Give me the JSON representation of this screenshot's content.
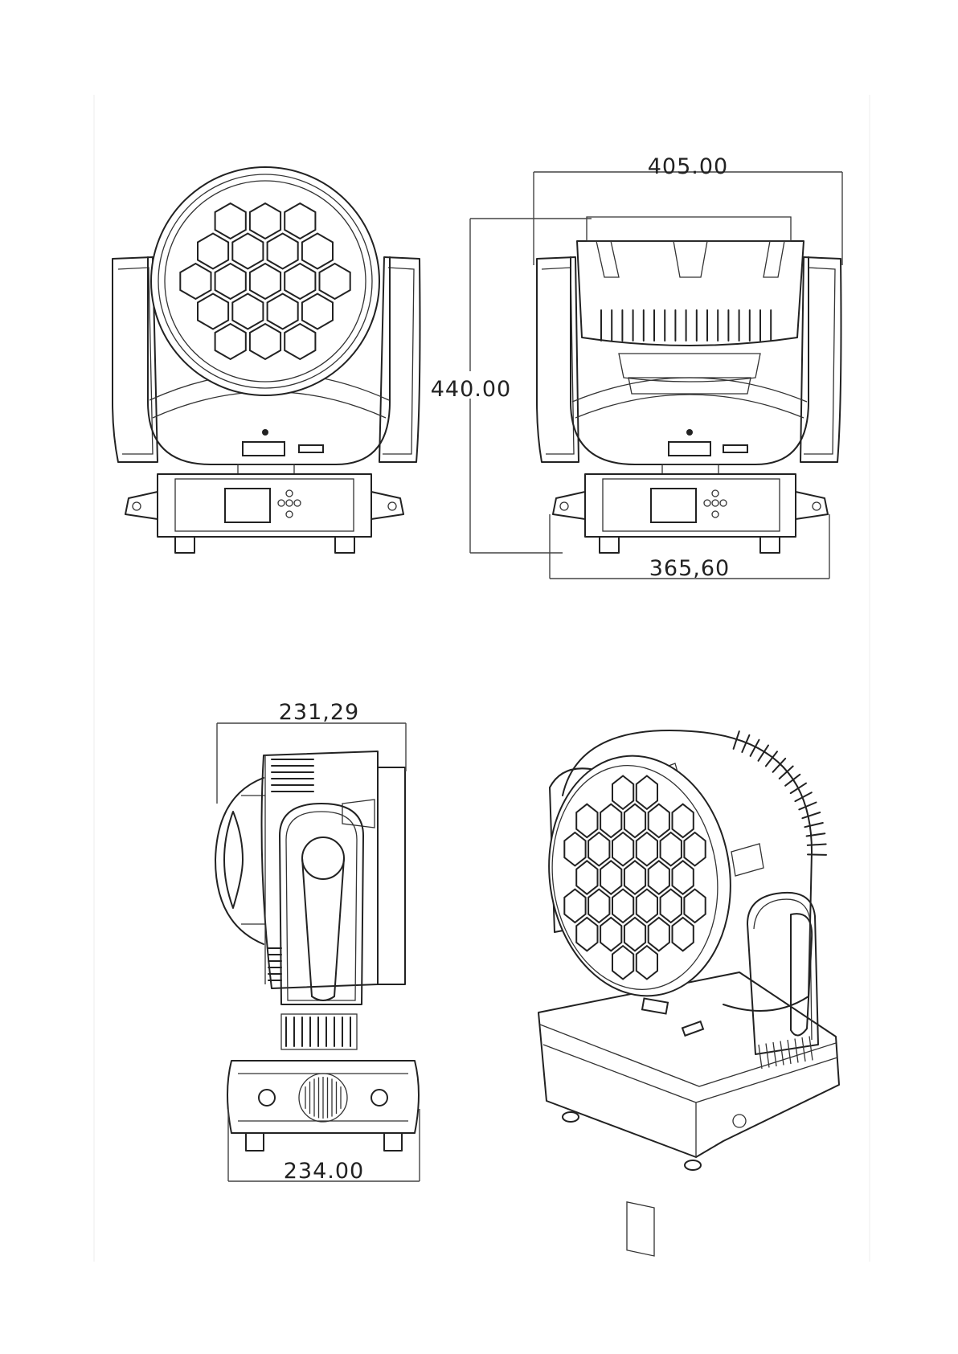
{
  "dimensions": {
    "front_width": "405.00",
    "height": "440.00",
    "base_width": "365,60",
    "side_depth": "231,29",
    "side_base": "234.00"
  },
  "colors": {
    "line": "#222222",
    "background": "#ffffff"
  }
}
